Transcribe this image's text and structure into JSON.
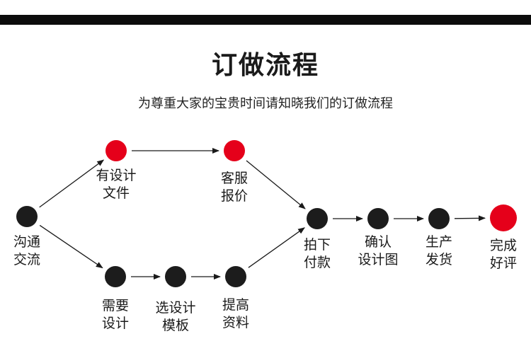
{
  "title": "订做流程",
  "subtitle": "为尊重大家的宝贵时间请知晓我们的订做流程",
  "colors": {
    "bar": "#0c0c0c",
    "node_dark": "#1c1c1c",
    "node_red": "#e5001a",
    "arrow": "#1a1a1a"
  },
  "nodes": [
    {
      "id": "communicate",
      "color": "dark",
      "lines": [
        "沟通",
        "交流"
      ]
    },
    {
      "id": "have-design",
      "color": "red",
      "lines": [
        "有设计",
        "文件"
      ]
    },
    {
      "id": "customer-service",
      "color": "red",
      "lines": [
        "客服",
        "报价"
      ]
    },
    {
      "id": "need-design",
      "color": "dark",
      "lines": [
        "需要",
        "设计"
      ]
    },
    {
      "id": "choose-template",
      "color": "dark",
      "lines": [
        "选设计",
        "模板"
      ]
    },
    {
      "id": "provide-materials",
      "color": "dark",
      "lines": [
        "提高",
        "资料"
      ]
    },
    {
      "id": "place-order",
      "color": "dark",
      "lines": [
        "拍下",
        "付款"
      ]
    },
    {
      "id": "confirm-design",
      "color": "dark",
      "lines": [
        "确认",
        "设计图"
      ]
    },
    {
      "id": "production",
      "color": "dark",
      "lines": [
        "生产",
        "发货"
      ]
    },
    {
      "id": "complete",
      "color": "red",
      "lines": [
        "完成",
        "好评"
      ]
    }
  ],
  "edges": [
    [
      "communicate",
      "have-design"
    ],
    [
      "have-design",
      "customer-service"
    ],
    [
      "customer-service",
      "place-order"
    ],
    [
      "communicate",
      "need-design"
    ],
    [
      "need-design",
      "choose-template"
    ],
    [
      "choose-template",
      "provide-materials"
    ],
    [
      "provide-materials",
      "place-order"
    ],
    [
      "place-order",
      "confirm-design"
    ],
    [
      "confirm-design",
      "production"
    ],
    [
      "production",
      "complete"
    ]
  ]
}
